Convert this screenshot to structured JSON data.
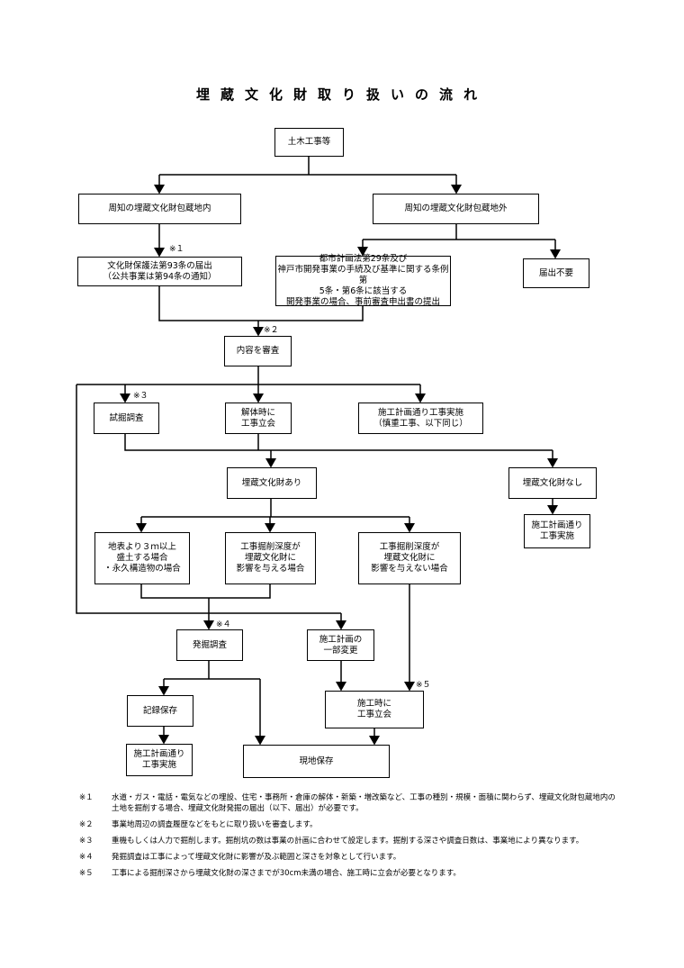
{
  "title": "埋蔵文化財取り扱いの流れ",
  "boxes": {
    "doboku": "土木工事等",
    "shuchi_in": "周知の埋蔵文化財包蔵地内",
    "shuchi_out": "周知の埋蔵文化財包蔵地外",
    "todokede93": "文化財保護法第93条の届出\n（公共事業は第94条の通知）",
    "toshi": "都市計画法第29条及び\n神戸市開発事業の手続及び基準に関する条例第\n5条・第6条に該当する\n開発事業の場合、事前審査申出書の提出",
    "fuyou": "届出不要",
    "shinsa": "内容を審査",
    "shikutsu": "試掘調査",
    "kaitai": "解体時に\n工事立会",
    "sekou_shin": "施工計画通り工事実施\n（慎重工事、以下同じ）",
    "ari": "埋蔵文化財あり",
    "nashi": "埋蔵文化財なし",
    "sekou_nashi": "施工計画通り\n工事実施",
    "moritsuchi": "地表より３ｍ以上\n盛土する場合\n・永久構造物の場合",
    "eikyo_ari": "工事掘削深度が\n埋蔵文化財に\n影響を与える場合",
    "eikyo_nashi": "工事掘削深度が\n埋蔵文化財に\n影響を与えない場合",
    "hakkutsu": "発掘調査",
    "henkou": "施工計画の\n一部変更",
    "kiroku": "記録保存",
    "tachiai": "施工時に\n工事立会",
    "sekou_kiroku": "施工計画通り\n工事実施",
    "genchi": "現地保存"
  },
  "marks": {
    "m1": "※１",
    "m2": "※２",
    "m3": "※３",
    "m4": "※４",
    "m5": "※５"
  },
  "notes": [
    {
      "key": "※１",
      "text": "水道・ガス・電話・電気などの埋設、住宅・事務所・倉庫の解体・新築・増改築など、工事の種別・規模・面積に関わらず、埋蔵文化財包蔵地内の土地を掘削する場合、埋蔵文化財発掘の届出（以下、届出）が必要です。"
    },
    {
      "key": "※２",
      "text": "事業地周辺の調査履歴などをもとに取り扱いを審査します。"
    },
    {
      "key": "※３",
      "text": "重機もしくは人力で掘削します。掘削坑の数は事業の計画に合わせて設定します。掘削する深さや調査日数は、事業地により異なります。"
    },
    {
      "key": "※４",
      "text": "発掘調査は工事によって埋蔵文化財に影響が及ぶ範囲と深さを対象として行います。"
    },
    {
      "key": "※５",
      "text": "工事による掘削深さから埋蔵文化財の深さまでが30cm未満の場合、施工時に立会が必要となります。"
    }
  ]
}
